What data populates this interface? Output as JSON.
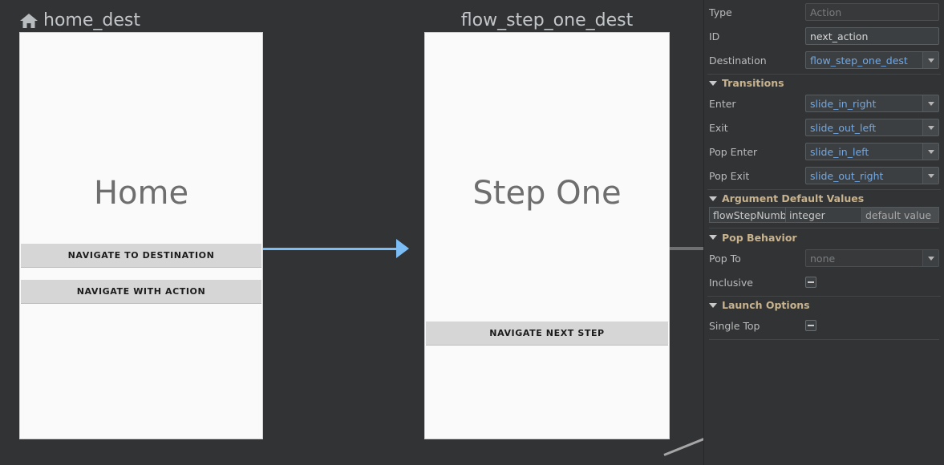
{
  "canvas": {
    "destinations": [
      {
        "id": "home-dest",
        "icon": "home-icon",
        "title": "home_dest",
        "card_title": "Home",
        "buttons": [
          {
            "label": "NAVIGATE TO DESTINATION"
          },
          {
            "label": "NAVIGATE WITH ACTION"
          }
        ]
      },
      {
        "id": "flow-step-one-dest",
        "icon": null,
        "title": "flow_step_one_dest",
        "card_title": "Step One",
        "buttons": [
          {
            "label": "NAVIGATE NEXT STEP"
          }
        ]
      }
    ],
    "colors": {
      "background": "#323335",
      "edge_selected": "#7cbdf5",
      "edge_normal": "#6f7072",
      "edge_diagonal": "#a6a6a6",
      "card_background": "#fafafa",
      "card_text": "#6e6e6e",
      "button_background": "#d6d6d6"
    }
  },
  "panel": {
    "fields": [
      {
        "label": "Type",
        "value": "",
        "placeholder": "Action",
        "kind": "text",
        "disabled": true
      },
      {
        "label": "ID",
        "value": "next_action",
        "placeholder": "",
        "kind": "text",
        "disabled": false
      },
      {
        "label": "Destination",
        "value": "flow_step_one_dest",
        "placeholder": "",
        "kind": "combo",
        "disabled": false,
        "link": true
      }
    ],
    "sections": [
      {
        "name": "transitions",
        "title": "Transitions",
        "expanded": true,
        "caret": "caret-down-icon",
        "rows": [
          {
            "label": "Enter",
            "value": "slide_in_right",
            "kind": "combo",
            "link": true
          },
          {
            "label": "Exit",
            "value": "slide_out_left",
            "kind": "combo",
            "link": true
          },
          {
            "label": "Pop Enter",
            "value": "slide_in_left",
            "kind": "combo",
            "link": true
          },
          {
            "label": "Pop Exit",
            "value": "slide_out_right",
            "kind": "combo",
            "link": true
          }
        ]
      },
      {
        "name": "argument-default-values",
        "title": "Argument Default Values",
        "expanded": true,
        "caret": "caret-down-icon",
        "arguments": [
          {
            "name": "flowStepNumbe",
            "type": "integer",
            "default_placeholder": "default value"
          }
        ]
      },
      {
        "name": "pop-behavior",
        "title": "Pop Behavior",
        "expanded": true,
        "caret": "caret-down-icon",
        "rows": [
          {
            "label": "Pop To",
            "value": "none",
            "kind": "combo",
            "disabled": true
          },
          {
            "label": "Inclusive",
            "value": "",
            "kind": "checkbox",
            "state": "indeterminate"
          }
        ]
      },
      {
        "name": "launch-options",
        "title": "Launch Options",
        "expanded": true,
        "caret": "caret-down-icon",
        "rows": [
          {
            "label": "Single Top",
            "value": "",
            "kind": "checkbox",
            "state": "indeterminate"
          }
        ]
      }
    ],
    "colors": {
      "background": "#313335",
      "section_title": "#c8b38e",
      "link_value": "#6fa8e8",
      "label": "#bbbbbb"
    }
  }
}
